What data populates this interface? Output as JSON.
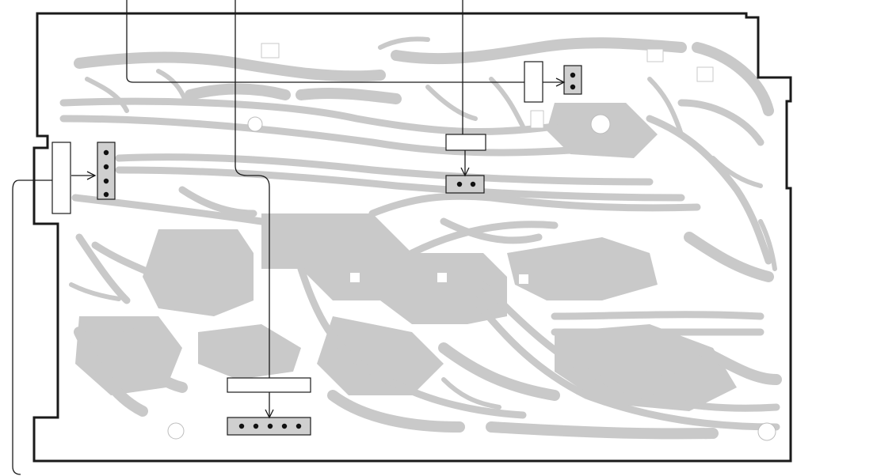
{
  "diagram": {
    "type": "pcb-foil-side-view",
    "colors": {
      "traces": "#c9c9c9",
      "outline": "#1a1a1a",
      "background": "#ffffff",
      "pins": "#111111"
    },
    "connectors": [
      {
        "id": "left-header",
        "pins": 4,
        "orientation": "vertical"
      },
      {
        "id": "top-right-header",
        "pins": 2,
        "orientation": "vertical"
      },
      {
        "id": "center-right-header",
        "pins": 2,
        "orientation": "horizontal"
      },
      {
        "id": "bottom-header",
        "pins": 5,
        "orientation": "horizontal"
      }
    ],
    "components": [
      {
        "id": "left-plug",
        "shape": "tall-rectangle"
      },
      {
        "id": "top-right-plug",
        "shape": "tall-rectangle"
      },
      {
        "id": "center-right-plug",
        "shape": "wide-rectangle"
      },
      {
        "id": "bottom-plug",
        "shape": "wide-rectangle"
      }
    ]
  }
}
